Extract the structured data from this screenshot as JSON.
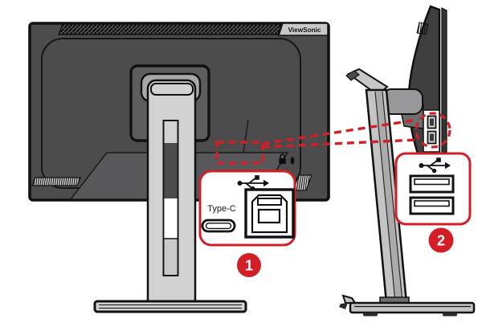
{
  "colors": {
    "accent_red": "#d21f27",
    "monitor_body": "#4c4c4d",
    "panel_recess": "#58585a",
    "vesa_plate": "#5d5d5e",
    "stand_light": "#d2d2d3",
    "stand_mid": "#c4c4c5",
    "hinge_gray": "#a8a8a9",
    "side_shell": "#3f3f40",
    "logo_bg": "#c9c9ca",
    "outline": "#111111",
    "background": "#ffffff"
  },
  "back_view": {
    "logo_text": "ViewSonic",
    "icons": [
      "kensington-lock-icon",
      "security-slot-icon",
      "vent-hatch-left",
      "vent-hatch-right"
    ]
  },
  "connector": {
    "style": "red-dashed",
    "elements": [
      "highlight-rect-back-ports",
      "leader-line-upper",
      "leader-line-lower",
      "highlight-circle-side-ports"
    ]
  },
  "callout_1": {
    "number": "1",
    "type_c_label": "Type-C",
    "icons": [
      "usb-icon",
      "usb-type-c-port",
      "usb-type-b-port"
    ]
  },
  "callout_2": {
    "number": "2",
    "icons": [
      "usb-icon",
      "usb-type-a-port",
      "usb-type-a-port"
    ]
  }
}
